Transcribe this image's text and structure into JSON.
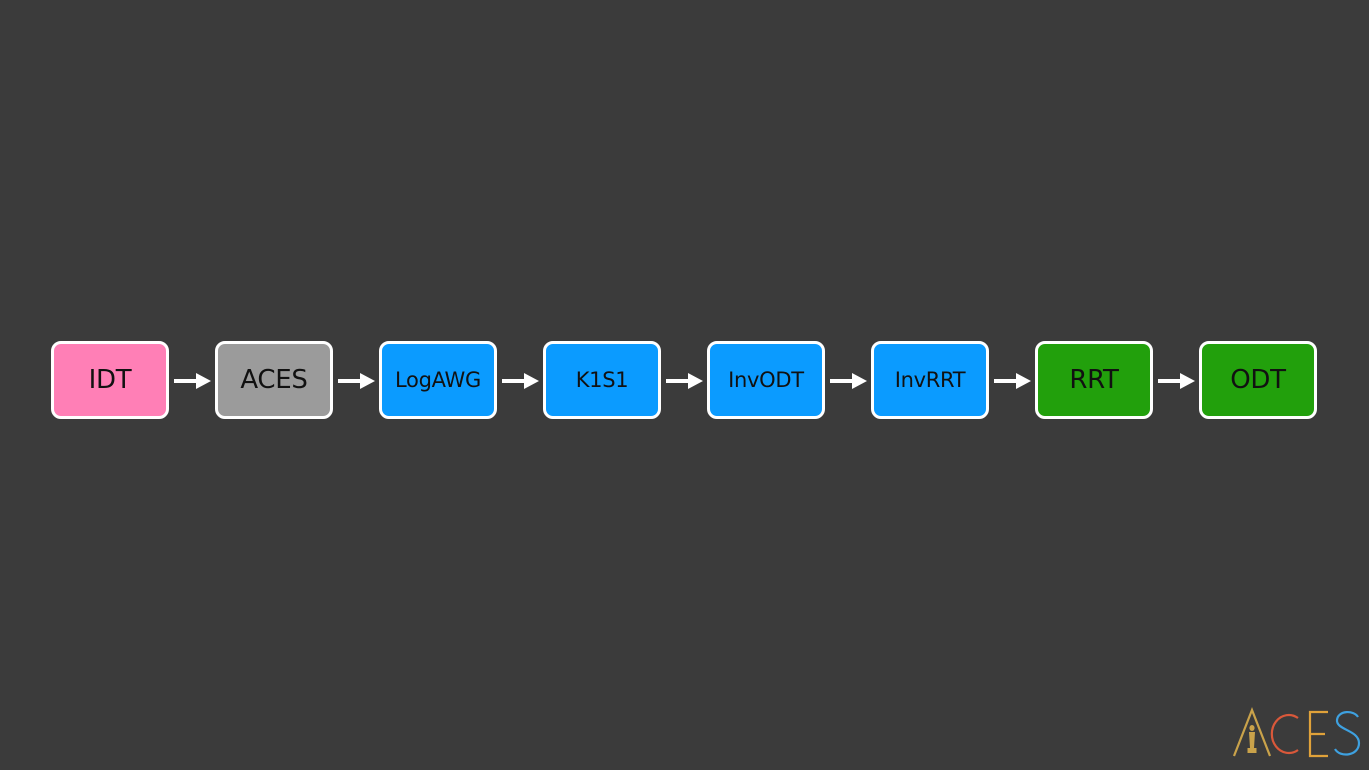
{
  "nodes": [
    {
      "label": "IDT",
      "color": "#ff7fb6"
    },
    {
      "label": "ACES",
      "color": "#9b9b9b"
    },
    {
      "label": "LogAWG",
      "color": "#0b9bff"
    },
    {
      "label": "K1S1",
      "color": "#0b9bff"
    },
    {
      "label": "InvODT",
      "color": "#0b9bff"
    },
    {
      "label": "InvRRT",
      "color": "#0b9bff"
    },
    {
      "label": "RRT",
      "color": "#22a00c"
    },
    {
      "label": "ODT",
      "color": "#22a00c"
    }
  ],
  "logo": {
    "text": "ACES",
    "colors": [
      "#c9a24a",
      "#d9583a",
      "#e0a23a",
      "#3ea1e0"
    ]
  }
}
